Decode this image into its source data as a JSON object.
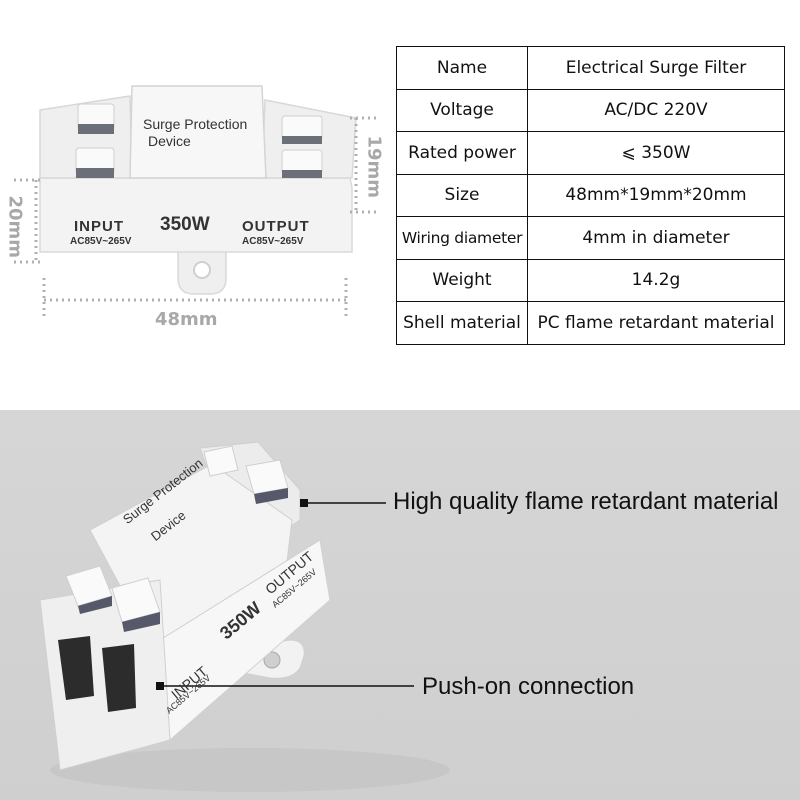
{
  "specs": [
    {
      "label": "Name",
      "value": "Electrical Surge Filter"
    },
    {
      "label": "Voltage",
      "value": "AC/DC 220V"
    },
    {
      "label": "Rated power",
      "value": "⩽ 350W"
    },
    {
      "label": "Size",
      "value": "48mm*19mm*20mm"
    },
    {
      "label": "Wiring diameter",
      "value": "4mm in diameter"
    },
    {
      "label": "Weight",
      "value": "14.2g"
    },
    {
      "label": "Shell material",
      "value": "PC flame retardant material"
    }
  ],
  "dimensions": {
    "width": "48mm",
    "height": "20mm",
    "depth": "19mm"
  },
  "device": {
    "title_line1": "Surge Protection",
    "title_line2": "Device",
    "input_label": "INPUT",
    "output_label": "OUTPUT",
    "power": "350W",
    "range": "AC85V~265V"
  },
  "callouts": {
    "material": "High quality flame retardant material",
    "connection": "Push-on connection"
  },
  "colors": {
    "dimension_gray": "#a8a8a8",
    "device_white": "#f2f2f2",
    "background_gray": "#d3d3d3"
  }
}
